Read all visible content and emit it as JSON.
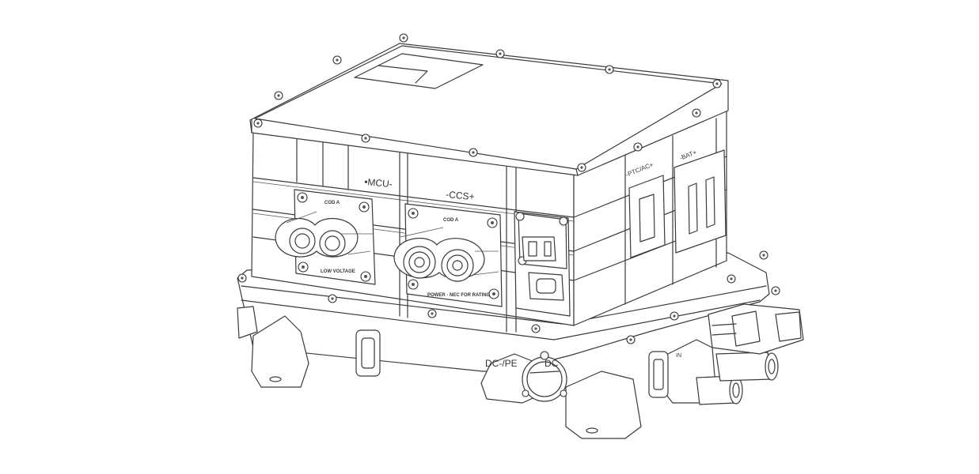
{
  "labels": {
    "mcu": "•MCU-",
    "ccs": "-CCS+",
    "ptc": "-PTC/AC+",
    "bat": "-BAT+",
    "dcpe": "DC-/PE",
    "dc": "DC",
    "in": "IN",
    "code_a_1": "COD A",
    "code_a_2": "COD A",
    "low_voltage": "LOW VOLTAGE",
    "power_label": "POWER · NEC FOR RATING"
  }
}
